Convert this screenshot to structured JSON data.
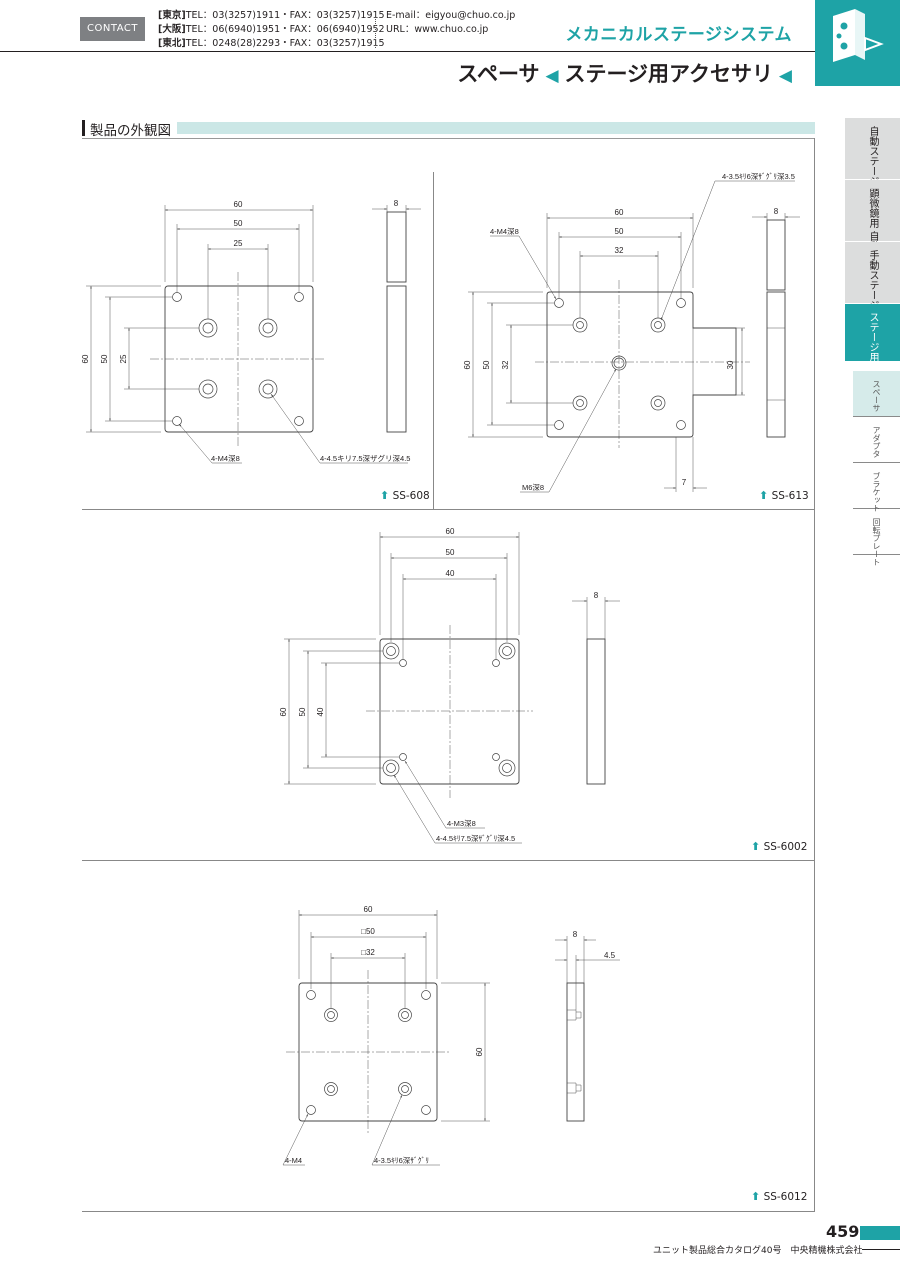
{
  "header": {
    "contact_label": "CONTACT",
    "offices": [
      {
        "tag": "[東京]",
        "text": "TEL：03(3257)1911・FAX：03(3257)1915"
      },
      {
        "tag": "[大阪]",
        "text": "TEL：06(6940)1951・FAX：06(6940)1952"
      },
      {
        "tag": "[東北]",
        "text": "TEL：0248(28)2293・FAX：03(3257)1915"
      }
    ],
    "email": "E-mail：eigyou@chuo.co.jp",
    "url": "URL：www.chuo.co.jp",
    "category_title": "メカニカルステージシステム",
    "page_title": "スペーサ",
    "page_title_rest": "ステージ用アクセサリ",
    "logo_icon": "stage-logo-icon"
  },
  "section": {
    "title": "製品の外観図"
  },
  "side_tabs": [
    {
      "label": "自動ステージ",
      "active": false
    },
    {
      "label": "顕微鏡用 自動化製品",
      "active": false
    },
    {
      "label": "手動ステージ",
      "active": false
    },
    {
      "label": "ステージ用 アクセサリ",
      "active": true
    }
  ],
  "side_subtabs": [
    {
      "label": "スペーサ",
      "active": true
    },
    {
      "label": "アダプタ",
      "active": false
    },
    {
      "label": "ブラケット",
      "active": false
    },
    {
      "label": "回転プレート",
      "active": false
    }
  ],
  "drawings": {
    "ss608": {
      "part": "SS-608",
      "dims": {
        "w60": "60",
        "w50": "50",
        "w25": "25",
        "t8": "8",
        "h60": "60",
        "h50": "50",
        "h25": "25"
      },
      "notes": {
        "tap": "4-M4深8",
        "counterbore": "4-4.5キリ7.5深ザグリ深4.5"
      }
    },
    "ss613": {
      "part": "SS-613",
      "dims": {
        "w60": "60",
        "w50": "50",
        "w32": "32",
        "t8": "8",
        "h60": "60",
        "h50": "50",
        "h32": "32",
        "h30": "30",
        "d7": "7"
      },
      "notes": {
        "counterbore": "4-3.5ｷﾘ6深ｻﾞｸﾞﾘ深3.5",
        "tap": "4-M4深8",
        "center": "M6深8"
      }
    },
    "ss6002": {
      "part": "SS-6002",
      "dims": {
        "w60": "60",
        "w50": "50",
        "w40": "40",
        "t8": "8",
        "h60": "60",
        "h50": "50",
        "h40": "40"
      },
      "notes": {
        "tap": "4-M3深8",
        "counterbore": "4-4.5ｷﾘ7.5深ｻﾞｸﾞﾘ深4.5"
      }
    },
    "ss6012": {
      "part": "SS-6012",
      "dims": {
        "w60": "60",
        "sq50": "□50",
        "sq32": "□32",
        "t8": "8",
        "t45": "4.5",
        "h60": "60"
      },
      "notes": {
        "tap": "4-M4",
        "counterbore": "4-3.5ｷﾘ6深ｻﾞｸﾞﾘ"
      }
    }
  },
  "footer": {
    "page_number": "459",
    "catalog": "ユニット製品総合カタログ40号　中央精機株式会社"
  }
}
